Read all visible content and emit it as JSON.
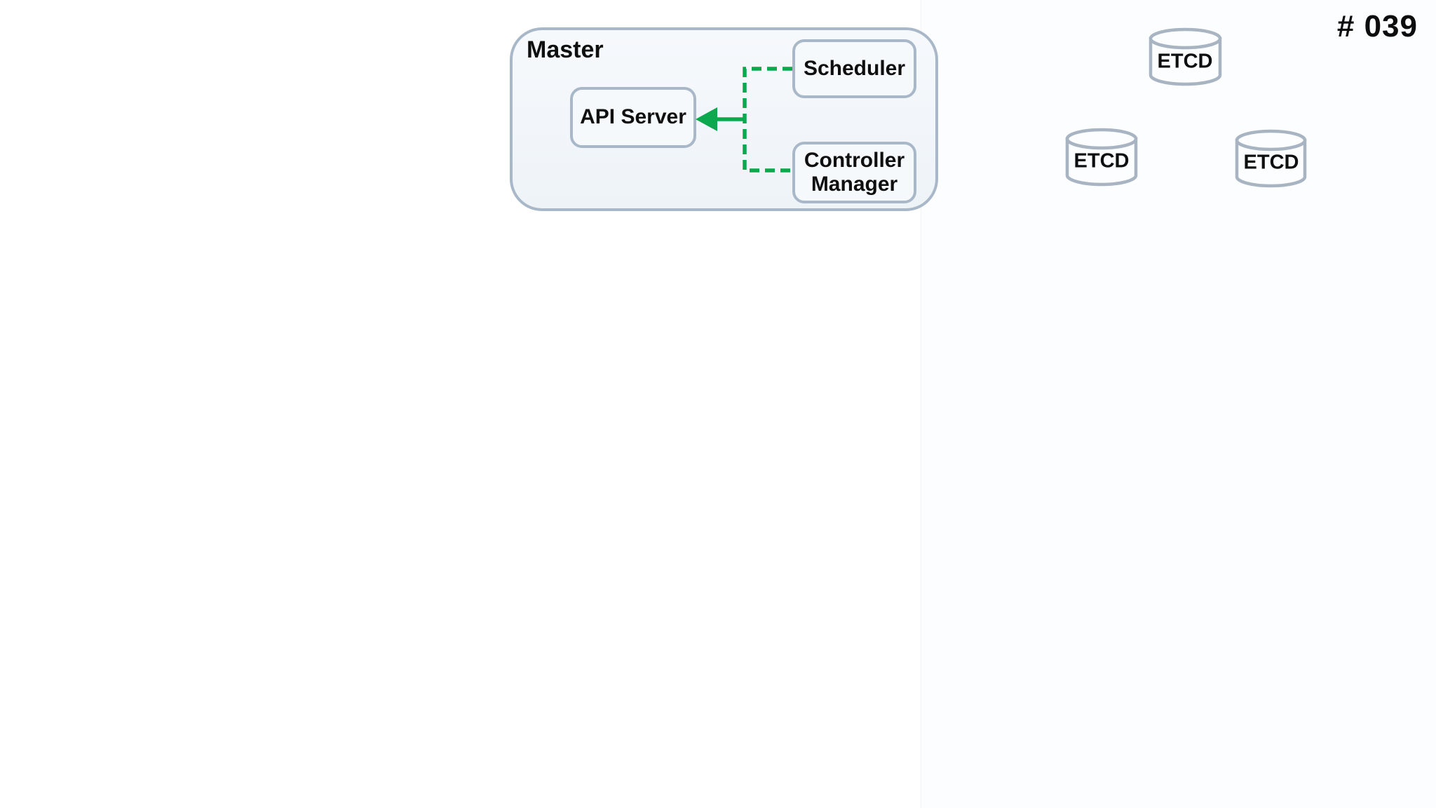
{
  "page": {
    "number_label": "# 039"
  },
  "diagram": {
    "master": {
      "label": "Master",
      "components": [
        {
          "id": "api-server",
          "label": "API Server"
        },
        {
          "id": "scheduler",
          "label": "Scheduler"
        },
        {
          "id": "controller-manager",
          "label": "Controller Manager"
        }
      ]
    },
    "etcd_nodes": [
      {
        "label": "ETCD"
      },
      {
        "label": "ETCD"
      },
      {
        "label": "ETCD"
      }
    ],
    "connections": [
      {
        "from": "scheduler",
        "to": "api-server",
        "line": "dashed",
        "arrow": "into api-server"
      },
      {
        "from": "controller-manager",
        "to": "api-server",
        "line": "dashed",
        "arrow": "into api-server"
      }
    ],
    "colors": {
      "connector_green": "#0ba84d",
      "box_border": "#a9b8c8",
      "box_fill": "#f6f9fc",
      "master_fill": "#f1f5fa",
      "cylinder_border": "#a8b4c2",
      "cylinder_fill": "#fbfdfe",
      "text": "#0f0f0f"
    }
  }
}
